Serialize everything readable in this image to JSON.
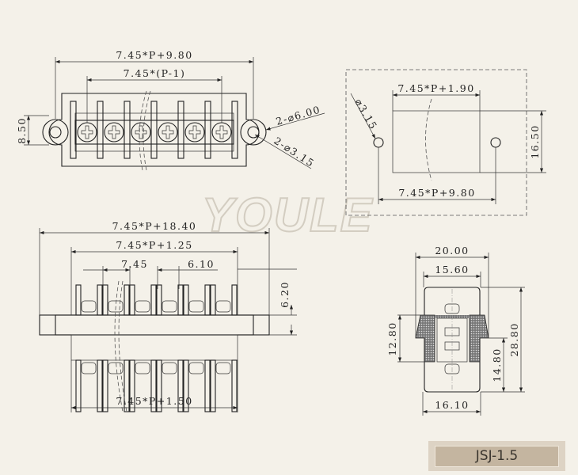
{
  "watermark": "YOULE",
  "top_view": {
    "overall_width": "7.45*P+9.80",
    "pitch_span": "7.45*(P-1)",
    "height": "8.50",
    "hole_outer": "2-⌀6.00",
    "hole_inner": "2-⌀3.15"
  },
  "hole_pattern": {
    "hole_dia": "⌀3.15",
    "inner_width": "7.45*P+1.90",
    "hole_spacing": "7.45*P+9.80",
    "height": "16.50"
  },
  "front_view": {
    "overall_width": "7.45*P+18.40",
    "body_width": "7.45*P+1.25",
    "pitch": "7.45",
    "gap": "6.10",
    "height": "6.20",
    "bottom_width": "7.45*P+1.50"
  },
  "side_view": {
    "flange_width": "20.00",
    "top_width": "15.60",
    "flange_height": "12.80",
    "total_height": "28.80",
    "lower_height": "14.80",
    "bottom_width": "16.10"
  },
  "model_label": "JSJ-1.5"
}
